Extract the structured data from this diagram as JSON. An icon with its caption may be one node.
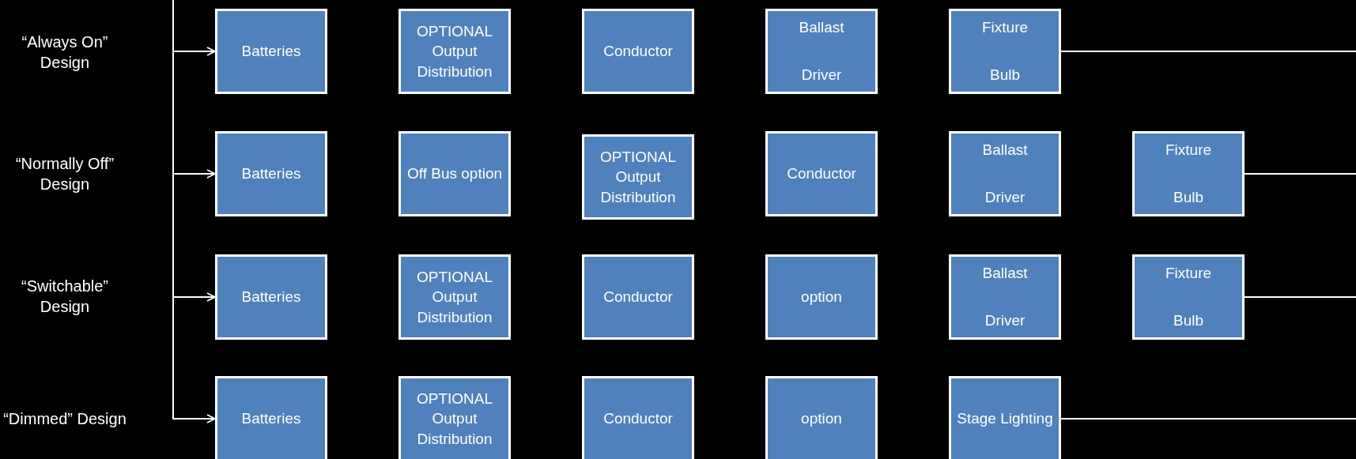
{
  "diagram": {
    "nodes": [
      {
        "text": [
          "Batteries"
        ]
      },
      {
        "text": [
          "OPTIONAL Output Distribution"
        ]
      },
      {
        "text": [
          "Conductor"
        ]
      },
      {
        "text": [
          "Ballast",
          "Driver"
        ]
      },
      {
        "text": [
          "Fixture",
          "Bulb"
        ]
      },
      {
        "text": [
          "Batteries"
        ]
      },
      {
        "text": [
          "Off Bus option"
        ]
      },
      {
        "text": [
          "OPTIONAL Output Distribution"
        ]
      },
      {
        "text": [
          "Conductor"
        ]
      },
      {
        "text": [
          "Ballast",
          "Driver"
        ]
      },
      {
        "text": [
          "Fixture",
          "Bulb"
        ]
      },
      {
        "text": [
          "Batteries"
        ]
      },
      {
        "text": [
          "OPTIONAL Output Distribution"
        ]
      },
      {
        "text": [
          "Conductor"
        ]
      },
      {
        "text": [
          "option"
        ]
      },
      {
        "text": [
          "Ballast",
          "Driver"
        ]
      },
      {
        "text": [
          "Fixture",
          "Bulb"
        ]
      },
      {
        "text": [
          "Batteries"
        ]
      },
      {
        "text": [
          "OPTIONAL Output Distribution"
        ]
      },
      {
        "text": [
          "Conductor"
        ]
      },
      {
        "text": [
          "option"
        ]
      },
      {
        "text": [
          "Stage Lighting"
        ]
      }
    ],
    "edges": [
      {
        "from": null,
        "to": 0,
        "arrow": "to"
      },
      {
        "from": null,
        "to": 5,
        "arrow": "to"
      },
      {
        "from": null,
        "to": 11,
        "arrow": "to"
      },
      {
        "from": null,
        "to": 17,
        "arrow": "to"
      },
      {
        "from": 4,
        "to": null,
        "arrow": "none"
      },
      {
        "from": 10,
        "to": null,
        "arrow": "none"
      },
      {
        "from": 16,
        "to": null,
        "arrow": "none"
      },
      {
        "from": 21,
        "to": null,
        "arrow": "none"
      }
    ],
    "labels": [
      "“Always On” Design",
      "“Normally Off” Design",
      "“Switchable” Design",
      "“Dimmed” Design"
    ]
  }
}
